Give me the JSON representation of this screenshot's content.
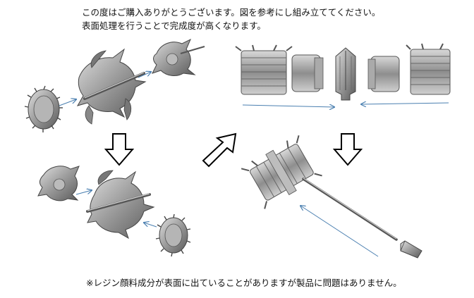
{
  "instructions": {
    "line1": "この度はご購入ありがとうございます。図を参考にし組み立ててください。",
    "line2": "表面処理を行うことで完成度が高くなります。"
  },
  "footer_note": "※レジン顔料成分が表面に出ていることがありますが製品に問題はありません。",
  "colors": {
    "part_fill": "#9a9a9a",
    "part_light": "#c8c8c8",
    "part_dark": "#555555",
    "guide_arrow": "#4a7fb0",
    "step_arrow": "#000000"
  },
  "figures": [
    {
      "name": "figure-top-left-exploded"
    },
    {
      "name": "figure-top-right-hammer-head-parts"
    },
    {
      "name": "figure-bottom-left-exploded-rear"
    },
    {
      "name": "figure-bottom-right-assembled"
    }
  ]
}
